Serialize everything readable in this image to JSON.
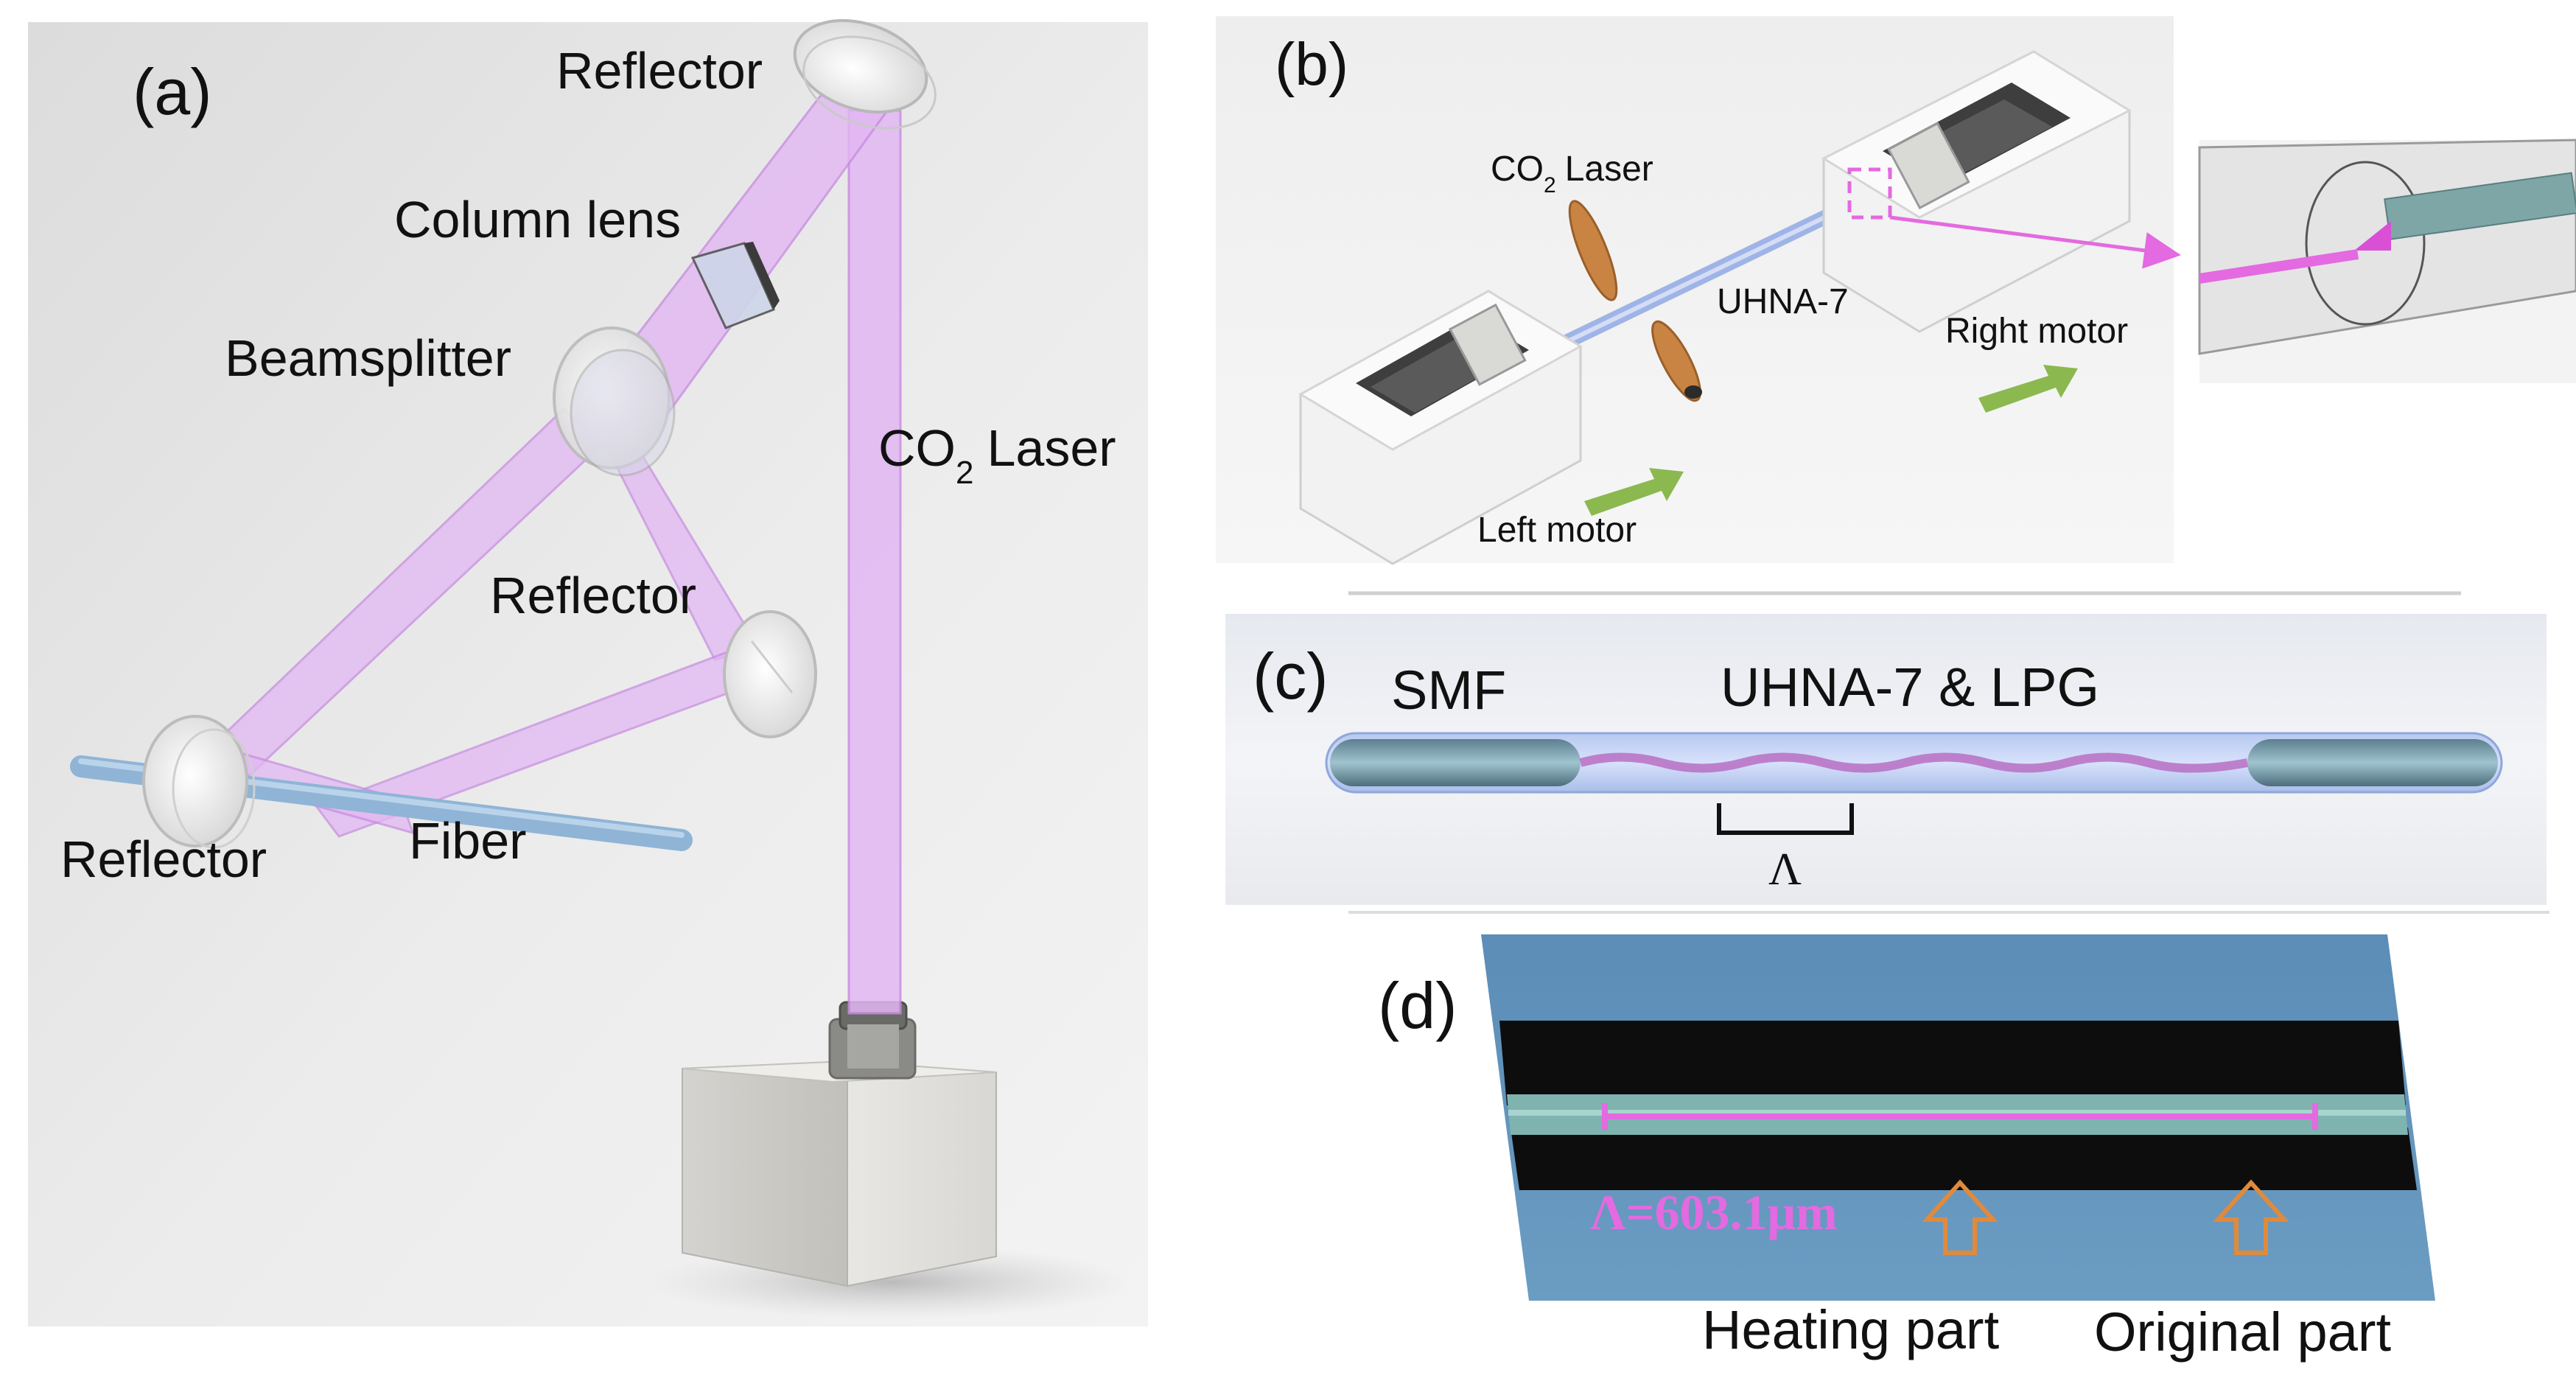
{
  "panels": {
    "a": {
      "tag": "(a)",
      "labels": {
        "reflector_top": "Reflector",
        "column_lens": "Column lens",
        "beamsplitter": "Beamsplitter",
        "laser_co": "CO",
        "laser_sub": "2",
        "laser_word": "Laser",
        "reflector_mid": "Reflector",
        "reflector_left": "Reflector",
        "fiber": "Fiber"
      }
    },
    "b": {
      "tag": "(b)",
      "labels": {
        "laser_co": "CO",
        "laser_sub": "2",
        "laser_word": "Laser",
        "fiber": "UHNA-7",
        "right_motor": "Right motor",
        "left_motor": "Left motor"
      }
    },
    "c": {
      "tag": "(c)",
      "labels": {
        "smf": "SMF",
        "uhna_lpg": "UHNA-7 & LPG",
        "period_symbol": "Λ"
      }
    },
    "d": {
      "tag": "(d)",
      "labels": {
        "period_value": "Λ=603.1μm",
        "heating_part": "Heating part",
        "original_part": "Original part"
      }
    }
  },
  "colors": {
    "beam": "#e2b7f3",
    "beam_edge": "#c78de0",
    "fiber_blue": "#8fb4d6",
    "motor_arrow": "#8bb84f",
    "period_line": "#e36ae0",
    "hollow_arrow": "#e08a3c",
    "nozzle": "#c98443",
    "micro_bg": "#5f8fb5"
  }
}
